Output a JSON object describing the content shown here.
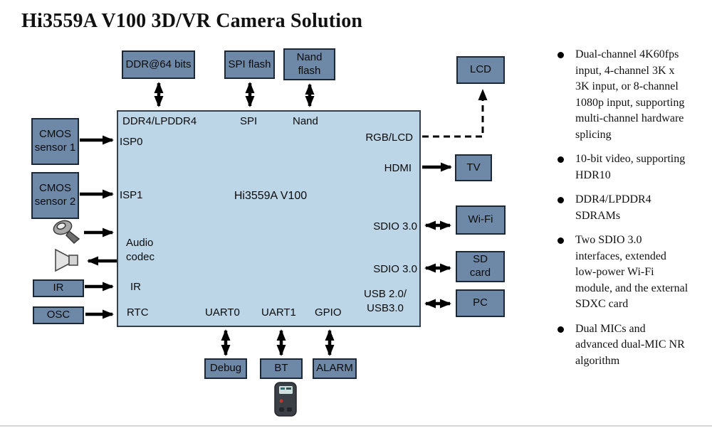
{
  "title": "Hi3559A V100 3D/VR Camera Solution",
  "colors": {
    "chip_fill": "#BCD6E7",
    "peripheral_fill": "#6E88A7",
    "border": "#1d2836",
    "arrow": "#000000"
  },
  "chip": {
    "label": "Hi3559A V100",
    "ports": {
      "ddr": "DDR4/LPDDR4",
      "spi": "SPI",
      "nand": "Nand",
      "rgb_lcd": "RGB/LCD",
      "isp0": "ISP0",
      "hdmi": "HDMI",
      "isp1": "ISP1",
      "sdio_1": "SDIO 3.0",
      "audio_codec": "Audio\ncodec",
      "sdio_2": "SDIO 3.0",
      "ir": "IR",
      "usb": "USB 2.0/\nUSB3.0",
      "rtc": "RTC",
      "uart0": "UART0",
      "uart1": "UART1",
      "gpio": "GPIO"
    }
  },
  "peripherals": {
    "ddr_mem": "DDR@64 bits",
    "spi_flash": "SPI flash",
    "nand_flash": "Nand\nflash",
    "lcd": "LCD",
    "tv": "TV",
    "wifi": "Wi-Fi",
    "sd_card": "SD\ncard",
    "pc": "PC",
    "cmos1": "CMOS\nsensor 1",
    "cmos2": "CMOS\nsensor 2",
    "ir": "IR",
    "osc": "OSC",
    "debug": "Debug",
    "bt": "BT",
    "alarm": "ALARM"
  },
  "icons": {
    "mic": "microphone",
    "speaker": "speaker",
    "remote": "remote-control"
  },
  "features": [
    "Dual-channel 4K60fps input, 4-channel 3K x 3K input, or 8-channel 1080p input, supporting multi-channel hardware splicing",
    "10-bit video, supporting HDR10",
    "DDR4/LPDDR4 SDRAMs",
    "Two SDIO 3.0 interfaces, extended low-power Wi-Fi module, and the external SDXC card",
    "Dual MICs and advanced dual-MIC NR algorithm"
  ]
}
